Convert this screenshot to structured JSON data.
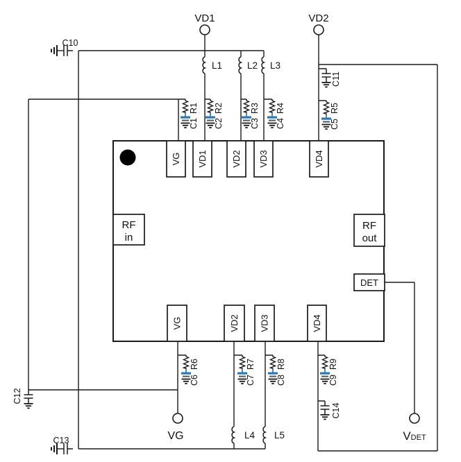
{
  "colors": {
    "wire": "#1a1a1a",
    "cap_accent": "#2778BE",
    "cap_plate_dark": "#555555"
  },
  "supplies": {
    "vd1": "VD1",
    "vd2": "VD2",
    "vg": "VG",
    "vdet_main": "V",
    "vdet_sub": "DET"
  },
  "chip": {
    "pins_top": [
      "VG",
      "VD1",
      "VD2",
      "VD3",
      "VD4"
    ],
    "pins_bottom": [
      "VG",
      "VD2",
      "VD3",
      "VD4"
    ],
    "rf_in": {
      "line1": "RF",
      "line2": "in"
    },
    "rf_out": {
      "line1": "RF",
      "line2": "out"
    },
    "det": "DET"
  },
  "components": {
    "inductors": [
      "L1",
      "L2",
      "L3",
      "L4",
      "L5"
    ],
    "resistors": [
      "R1",
      "R2",
      "R3",
      "R4",
      "R5",
      "R6",
      "R7",
      "R8",
      "R9"
    ],
    "capacitors": [
      "C1",
      "C2",
      "C3",
      "C4",
      "C5",
      "C6",
      "C7",
      "C8",
      "C9",
      "C10",
      "C11",
      "C12",
      "C13",
      "C14"
    ]
  }
}
